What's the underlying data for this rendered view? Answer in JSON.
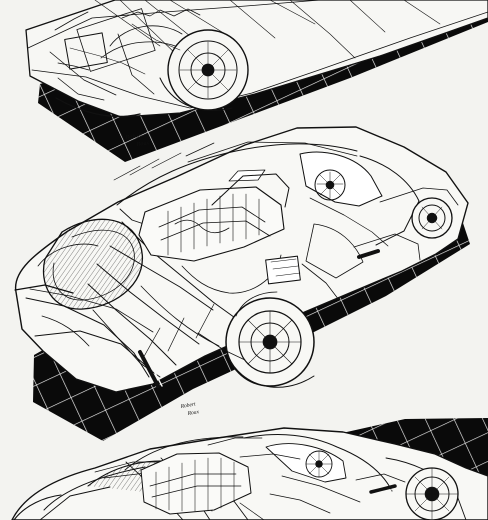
{
  "artwork": {
    "illustrations": [
      {
        "subject": "top cutaway race car",
        "signature": [
          "Robert",
          "Roux"
        ]
      },
      {
        "subject": "middle cutaway race car",
        "signature": [
          "Robert",
          "Roux"
        ]
      },
      {
        "subject": "bottom cutaway race car",
        "signature": []
      }
    ]
  }
}
